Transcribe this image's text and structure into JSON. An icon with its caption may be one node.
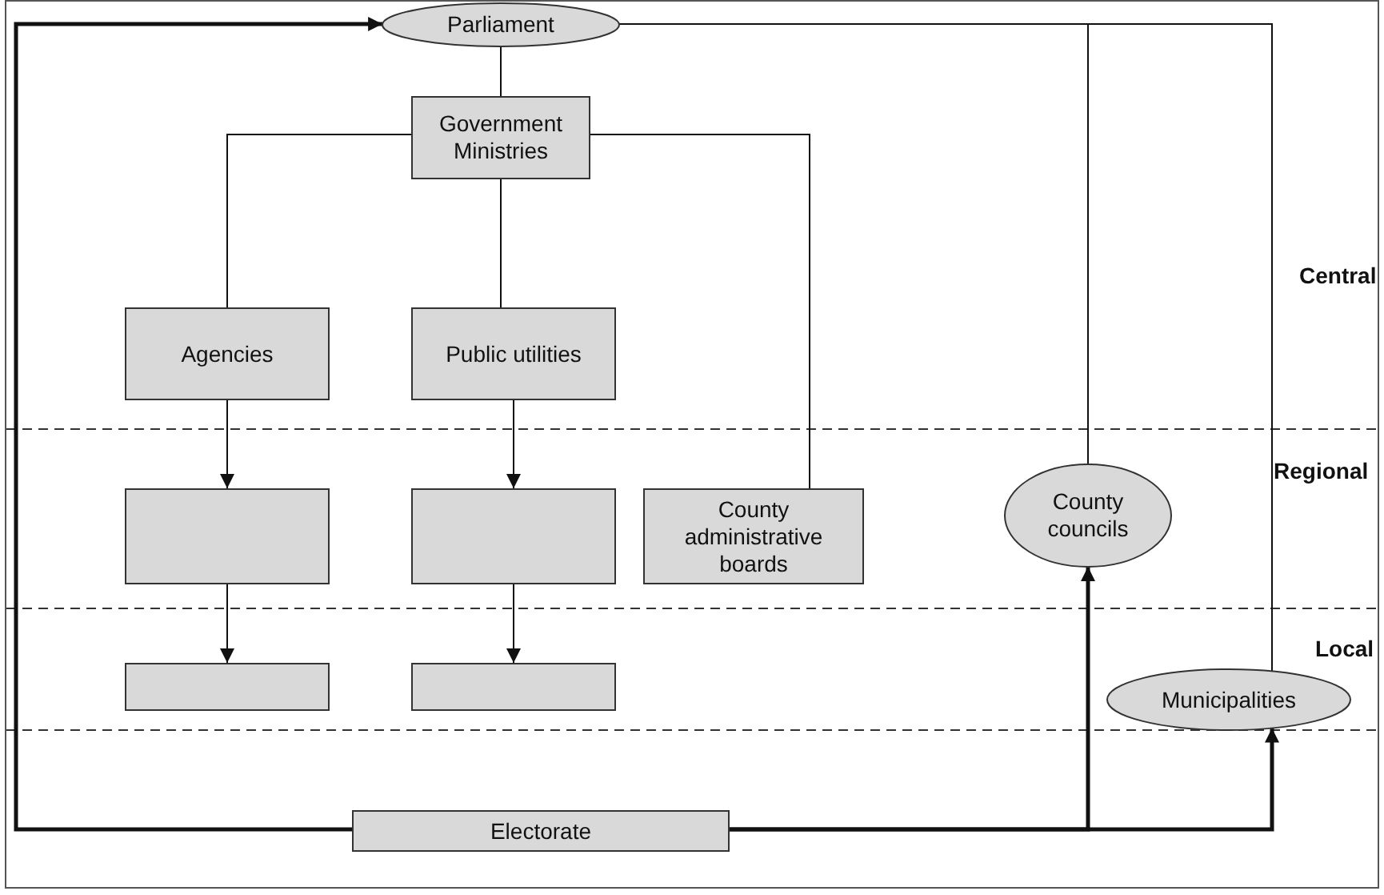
{
  "diagram": {
    "nodes": [
      {
        "text": [
          "Parliament"
        ]
      },
      {
        "text": [
          "Government Ministries"
        ]
      },
      {
        "text": [
          "Agencies"
        ]
      },
      {
        "text": [
          "Public utilities"
        ]
      },
      {
        "text": [],
        "shape": "box"
      },
      {
        "text": [],
        "shape": "box"
      },
      {
        "text": [
          "County administrative boards"
        ]
      },
      {
        "text": [
          "County councils"
        ]
      },
      {
        "text": [],
        "shape": "box"
      },
      {
        "text": [],
        "shape": "box"
      },
      {
        "text": [
          "Municipalities"
        ]
      },
      {
        "text": [
          "Electorate"
        ]
      }
    ],
    "edges": [
      {
        "from": 0,
        "to": 1,
        "arrow": "none"
      },
      {
        "from": 1,
        "to": 2,
        "arrow": "none"
      },
      {
        "from": 1,
        "to": 3,
        "arrow": "none"
      },
      {
        "from": 1,
        "to": 6,
        "arrow": "none"
      },
      {
        "from": 0,
        "to": 7,
        "arrow": "none"
      },
      {
        "from": 0,
        "to": 10,
        "arrow": "none"
      },
      {
        "from": 2,
        "to": 4,
        "arrow": "to"
      },
      {
        "from": 3,
        "to": 5,
        "arrow": "to"
      },
      {
        "from": 4,
        "to": 8,
        "arrow": "to"
      },
      {
        "from": 5,
        "to": 9,
        "arrow": "to"
      },
      {
        "from": 11,
        "to": 0,
        "arrow": "to",
        "style": "thick"
      },
      {
        "from": 11,
        "to": 7,
        "arrow": "to",
        "style": "thick"
      },
      {
        "from": 11,
        "to": 10,
        "arrow": "to",
        "style": "thick"
      }
    ],
    "labels": [
      "Central",
      "Regional",
      "Local"
    ]
  }
}
